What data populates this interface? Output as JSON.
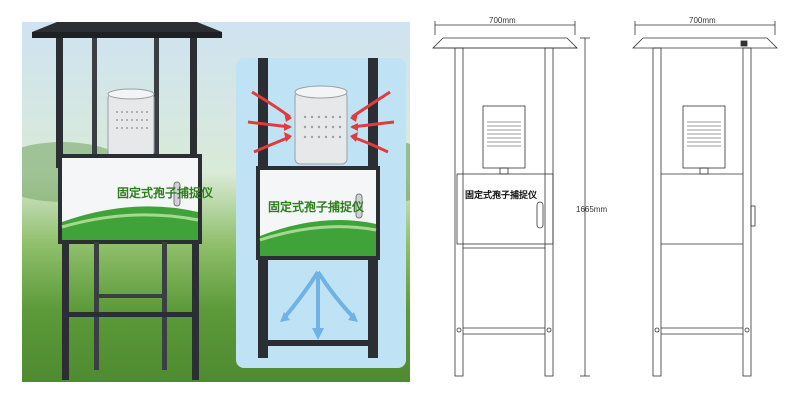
{
  "product": {
    "name_cn": "固定式孢子捕捉仪"
  },
  "drawings": {
    "width_front": "700mm",
    "width_side": "700mm",
    "height": "1665mm"
  },
  "colors": {
    "frame": "#2b2f33",
    "panel_green": "#3fa33a",
    "sky": "#cfe3f2",
    "grass": "#5c9a3a",
    "inset_bg": "#bfe3f5",
    "arrow_red": "#e23b3b",
    "arrow_blue": "#6fb2e6"
  }
}
